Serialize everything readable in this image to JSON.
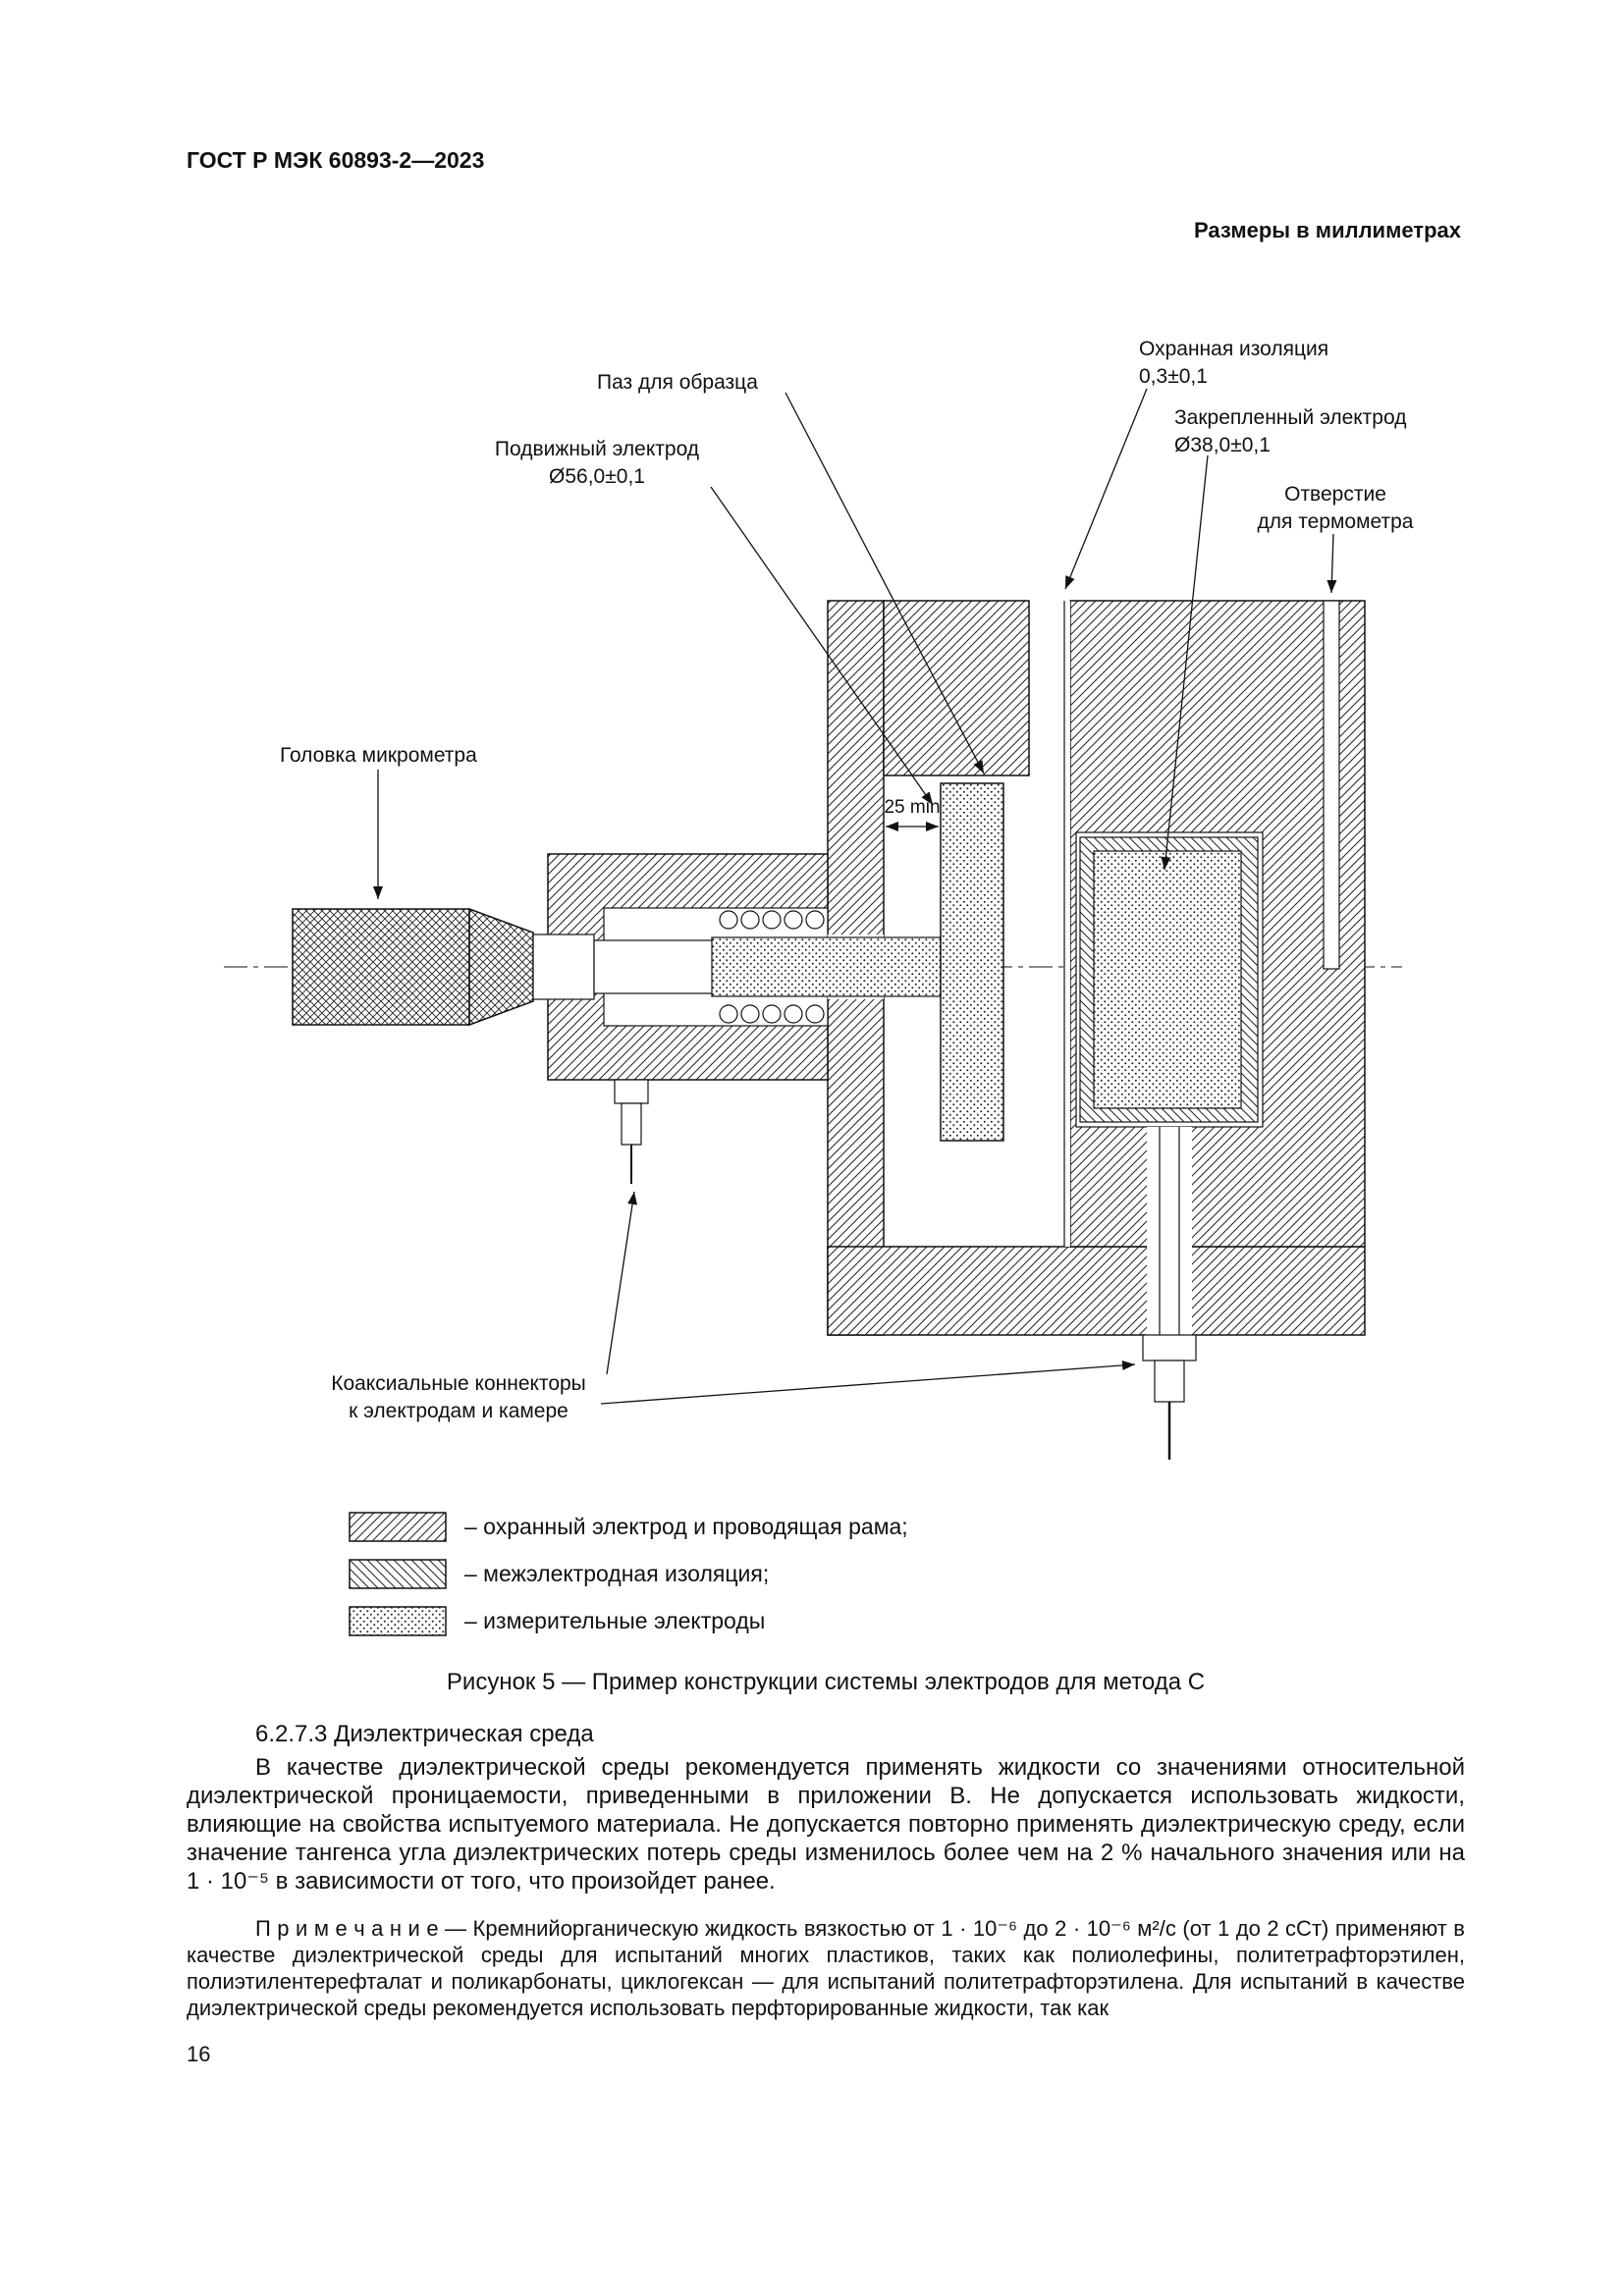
{
  "header": {
    "doc_code": "ГОСТ Р МЭК 60893-2—2023",
    "dimensions_note": "Размеры в миллиметрах",
    "page_number": "16"
  },
  "diagram": {
    "labels": {
      "specimen_slot": "Паз для образца",
      "movable_electrode_1": "Подвижный электрод",
      "movable_electrode_2": "Ø56,0±0,1",
      "guard_insulation_1": "Охранная изоляция",
      "guard_insulation_2": "0,3±0,1",
      "fixed_electrode_1": "Закрепленный электрод",
      "fixed_electrode_2": "Ø38,0±0,1",
      "thermometer_hole_1": "Отверстие",
      "thermometer_hole_2": "для термометра",
      "micrometer_head": "Головка микрометра",
      "coax_connectors_1": "Коаксиальные коннекторы",
      "coax_connectors_2": "к электродам и камере",
      "dimension_25": "25 min"
    },
    "legend": [
      {
        "label": "– охранный электрод и проводящая рама;"
      },
      {
        "label": "– межэлектродная изоляция;"
      },
      {
        "label": "– измерительные электроды"
      }
    ],
    "caption": "Рисунок 5 — Пример конструкции системы электродов для метода С"
  },
  "body": {
    "section_heading": "6.2.7.3 Диэлектрическая среда",
    "paragraph_1": "В качестве диэлектрической среды рекомендуется применять жидкости со значениями относительной диэлектрической проницаемости, приведенными в приложении В. Не допускается использовать жидкости, влияющие на свойства испытуемого материала. Не допускается повторно применять диэлектрическую среду, если значение тангенса угла диэлектрических потерь среды изменилось более чем на 2 % начального значения или на 1 · 10⁻⁵ в зависимости от того, что произойдет ранее.",
    "note": "П р и м е ч а н и е — Кремнийорганическую жидкость вязкостью от 1 · 10⁻⁶ до 2 · 10⁻⁶ м²/с (от 1 до 2 сСт) применяют в качестве диэлектрической среды для испытаний многих пластиков, таких как полиолефины, политетрафторэтилен, полиэтилентерефталат и поликарбонаты, циклогексан — для испытаний политетрафторэтилена. Для испытаний в качестве диэлектрической среды рекомендуется использовать перфторированные жидкости, так как"
  }
}
